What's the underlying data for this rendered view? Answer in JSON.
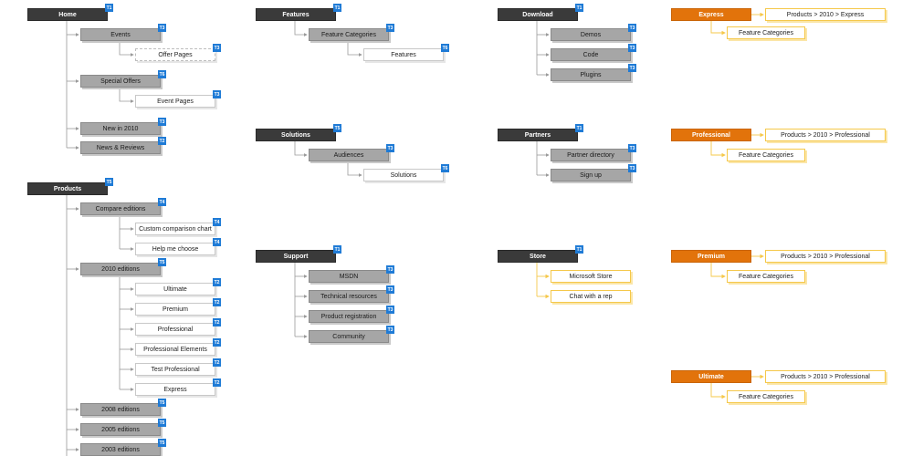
{
  "colors": {
    "dark_node": "#3a3a3a",
    "grey_node": "#a6a6a6",
    "accent_orange": "#e2730b",
    "badge_blue": "#1f7bd6",
    "connector_grey": "#9a9a9a",
    "connector_yellow": "#f5c84a"
  },
  "home": {
    "root": {
      "label": "Home",
      "badge": "T1"
    },
    "events": {
      "label": "Events",
      "badge": "T3"
    },
    "offer_pages": {
      "label": "Offer Pages",
      "badge": "T3"
    },
    "special_offers": {
      "label": "Special Offers",
      "badge": "T6"
    },
    "event_pages": {
      "label": "Event Pages",
      "badge": "T3"
    },
    "new_in_2010": {
      "label": "New in 2010",
      "badge": "T3"
    },
    "news_reviews": {
      "label": "News & Reviews",
      "badge": "T2"
    }
  },
  "products": {
    "root": {
      "label": "Products",
      "badge": "T5"
    },
    "compare": {
      "label": "Compare editions",
      "badge": "T4"
    },
    "custom_chart": {
      "label": "Custom comparison chart",
      "badge": "T4"
    },
    "help_choose": {
      "label": "Help me choose",
      "badge": "T4"
    },
    "editions_2010": {
      "label": "2010 editions",
      "badge": "T5"
    },
    "ultimate": {
      "label": "Ultimate",
      "badge": "T2"
    },
    "premium": {
      "label": "Premium",
      "badge": "T2"
    },
    "professional": {
      "label": "Professional",
      "badge": "T2"
    },
    "professional_elements": {
      "label": "Professional Elements",
      "badge": "T2"
    },
    "test_professional": {
      "label": "Test Professional",
      "badge": "T2"
    },
    "express": {
      "label": "Express",
      "badge": "T2"
    },
    "editions_2008": {
      "label": "2008 editions",
      "badge": "T5"
    },
    "editions_2005": {
      "label": "2005 editions",
      "badge": "T5"
    },
    "editions_2003": {
      "label": "2003 editions",
      "badge": "T5"
    }
  },
  "features": {
    "root": {
      "label": "Features",
      "badge": "T1"
    },
    "categories": {
      "label": "Feature Categories",
      "badge": "T3"
    },
    "features": {
      "label": "Features",
      "badge": "T6"
    }
  },
  "solutions": {
    "root": {
      "label": "Solutions",
      "badge": "T5"
    },
    "audiences": {
      "label": "Audiences",
      "badge": "T3"
    },
    "solutions": {
      "label": "Solutions",
      "badge": "T6"
    }
  },
  "support": {
    "root": {
      "label": "Support",
      "badge": "T1"
    },
    "msdn": {
      "label": "MSDN",
      "badge": "T3"
    },
    "tech_resources": {
      "label": "Technical resources",
      "badge": "T3"
    },
    "product_registration": {
      "label": "Product registration",
      "badge": "T3"
    },
    "community": {
      "label": "Community",
      "badge": "T3"
    }
  },
  "download": {
    "root": {
      "label": "Download",
      "badge": "T1"
    },
    "demos": {
      "label": "Demos",
      "badge": "T3"
    },
    "code": {
      "label": "Code",
      "badge": "T3"
    },
    "plugins": {
      "label": "Plugins",
      "badge": "T3"
    }
  },
  "partners": {
    "root": {
      "label": "Partners",
      "badge": "T1"
    },
    "directory": {
      "label": "Partner directory",
      "badge": "T3"
    },
    "signup": {
      "label": "Sign up",
      "badge": "T3"
    }
  },
  "store": {
    "root": {
      "label": "Store",
      "badge": "T1"
    },
    "microsoft_store": {
      "label": "Microsoft Store"
    },
    "chat_rep": {
      "label": "Chat with a rep"
    }
  },
  "express_panel": {
    "root": {
      "label": "Express"
    },
    "path": {
      "label": "Products > 2010 > Express"
    },
    "categories": {
      "label": "Feature Categories"
    }
  },
  "professional_panel": {
    "root": {
      "label": "Professional"
    },
    "path": {
      "label": "Products > 2010 > Professional"
    },
    "categories": {
      "label": "Feature Categories"
    }
  },
  "premium_panel": {
    "root": {
      "label": "Premium"
    },
    "path": {
      "label": "Products > 2010 > Professional"
    },
    "categories": {
      "label": "Feature Categories"
    }
  },
  "ultimate_panel": {
    "root": {
      "label": "Ultimate"
    },
    "path": {
      "label": "Products > 2010 > Professional"
    },
    "categories": {
      "label": "Feature Categories"
    }
  }
}
